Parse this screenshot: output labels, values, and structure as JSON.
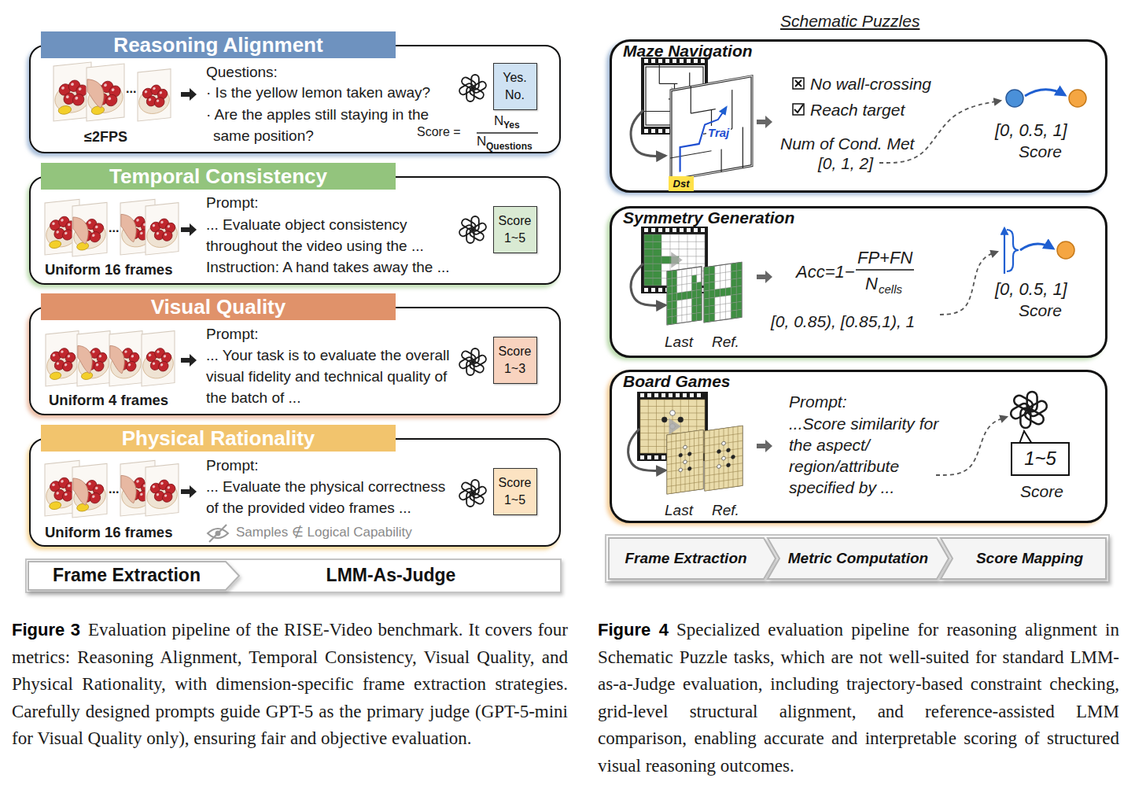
{
  "diagram": {
    "nodes": [
      {
        "text": [
          "Reasoning Alignment"
        ]
      },
      {
        "text": [
          "Yes.",
          "No."
        ],
        "in": 0
      },
      {
        "text": [
          "Temporal Consistency"
        ]
      },
      {
        "text": [
          "Score",
          "1~5"
        ],
        "in": 2
      },
      {
        "text": [
          "Visual Quality"
        ]
      },
      {
        "text": [
          "Score",
          "1~3"
        ],
        "in": 4
      },
      {
        "text": [
          "Physical Rationality"
        ]
      },
      {
        "text": [
          "Score",
          "1~5"
        ],
        "in": 6
      },
      {
        "text": [
          "Frame Extraction"
        ]
      },
      {
        "text": [
          "LMM-As-Judge"
        ]
      },
      {
        "text": [
          "Maze Navigation"
        ]
      },
      {
        "text": [
          "Dst"
        ],
        "in": 10
      },
      {
        "text": [
          "Symmetry Generation"
        ]
      },
      {
        "text": [
          "Board Games"
        ]
      },
      {
        "text": [
          "1~5"
        ],
        "in": 13
      },
      {
        "text": [
          "Frame Extraction"
        ]
      },
      {
        "text": [
          "Metric Computation"
        ]
      },
      {
        "text": [
          "Score Mapping"
        ]
      }
    ],
    "labels": [
      "≤2FPS",
      "...",
      "Questions:",
      "· Is the yellow lemon taken away?",
      "· Are the apples still staying in the same position?",
      "Score =",
      "N",
      "Yes",
      "N",
      "Questions",
      "...",
      "Uniform 16 frames",
      "Prompt:",
      "... Evaluate object consistency throughout the video using the ... Instruction: A hand takes away the ...",
      "Uniform 4 frames",
      "Prompt:",
      "... Your task is to evaluate the overall visual fidelity and technical quality of the batch of ...",
      "...",
      "Uniform 16 frames",
      "Prompt:",
      "... Evaluate the physical correctness of the provided video frames ...",
      "Samples ∉ Logical Capability",
      "Schematic Puzzles",
      "Traj",
      "No wall-crossing",
      "Reach target",
      "Num of Cond. Met",
      "[0, 1, 2]",
      "[0, 0.5, 1]",
      "Score",
      "Acc=1−",
      "FP+FN",
      "N",
      "cells",
      "[0, 0.85), [0.85,1), 1",
      "Last",
      "Ref.",
      "[0, 0.5, 1]",
      "Score",
      "Last",
      "Ref.",
      "Prompt:",
      "...Score similarity for the aspect/ region/attribute specified by ...",
      "Score",
      "Figure 3",
      "Evaluation pipeline of the RISE-Video benchmark. It covers four metrics: Reasoning Alignment, Temporal Consistency, Visual Quality, and Physical Rationality, with dimension-specific frame extraction strategies. Carefully designed prompts guide GPT-5 as the primary judge (GPT-5-mini for Visual Quality only), ensuring fair and objective evaluation.",
      "Figure 4",
      "Specialized evaluation pipeline for reasoning alignment in Schematic Puzzle tasks, which are not well-suited for standard LMM-as-a-Judge evaluation, including trajectory-based constraint checking, grid-level structural alignment, and reference-assisted LMM comparison, enabling accurate and interpretable scoring of structured visual reasoning outcomes."
    ]
  }
}
